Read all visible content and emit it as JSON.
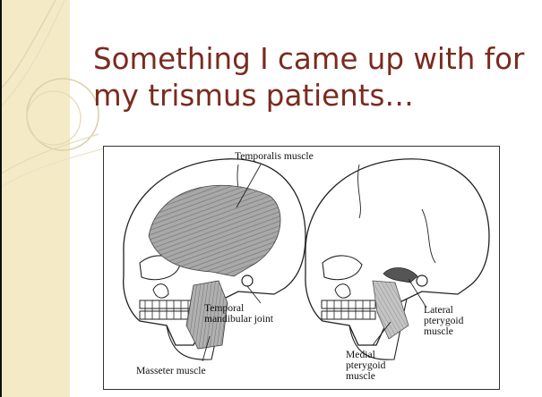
{
  "slide": {
    "title_line1": "Something I came up with for",
    "title_line2": "my trismus patients…"
  },
  "figure": {
    "labels": {
      "temporalis": "Temporalis muscle",
      "temporal_joint_1": "Temporal",
      "temporal_joint_2": "mandibular joint",
      "masseter": "Masseter muscle",
      "lateral_1": "Lateral",
      "lateral_2": "pterygoid",
      "lateral_3": "muscle",
      "medial_1": "Medial",
      "medial_2": "pterygoid",
      "medial_3": "muscle"
    }
  },
  "colors": {
    "title": "#7a2b1f",
    "sidebar": "#f5eac6",
    "muscle_shade": "#9e9e9e"
  }
}
